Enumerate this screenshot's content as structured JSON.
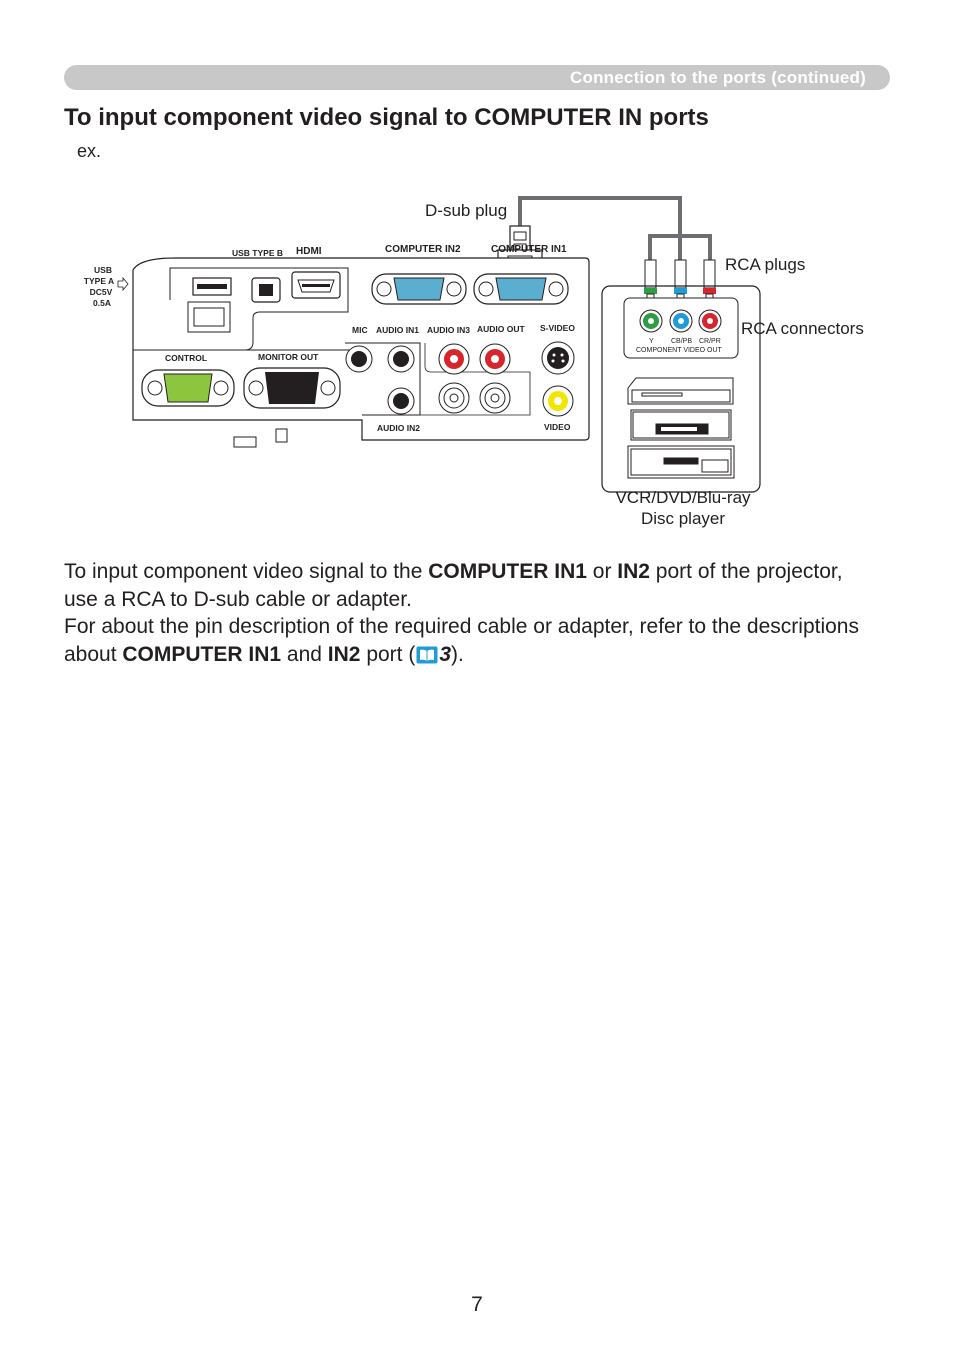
{
  "header": {
    "section": "Connection to the ports (continued)"
  },
  "title": "To input component video signal to COMPUTER IN ports",
  "example_label": "ex.",
  "diagram": {
    "callouts": {
      "dsub_plug": "D-sub plug",
      "rca_plugs": "RCA plugs",
      "rca_connectors": "RCA connectors",
      "player_line1": "VCR/DVD/Blu-ray",
      "player_line2": "Disc player"
    },
    "port_labels": {
      "usb_type_b": "USB TYPE B",
      "hdmi": "HDMI",
      "computer_in2": "COMPUTER IN2",
      "computer_in1": "COMPUTER IN1",
      "usb_type_a_1": "USB",
      "usb_type_a_2": "TYPE A",
      "usb_type_a_3": "DC5V",
      "usb_type_a_4": "0.5A",
      "mic": "MIC",
      "audio_in1": "AUDIO IN1",
      "audio_in3": "AUDIO IN3",
      "audio_out": "AUDIO OUT",
      "s_video": "S-VIDEO",
      "control": "CONTROL",
      "monitor_out": "MONITOR OUT",
      "audio_in2": "AUDIO IN2",
      "video": "VIDEO"
    },
    "component_labels": {
      "y": "Y",
      "cb_pb": "CB/PB",
      "cr_pr": "CR/PR",
      "component_out": "COMPONENT VIDEO OUT"
    },
    "colors": {
      "green": "#2e9e44",
      "blue": "#1f9bd6",
      "red": "#d8242b",
      "yellow": "#f2e600",
      "cable": "#6d6e71"
    }
  },
  "body": {
    "p1_a": "To input component video signal to the ",
    "p1_b": "COMPUTER IN1",
    "p1_c": " or ",
    "p1_d": "IN2",
    "p1_e": " port of the projector, use a RCA to D-sub cable or adapter.",
    "p2_a": "For about the pin description of the required cable or adapter, refer to the descriptions about ",
    "p2_b": "COMPUTER IN1",
    "p2_c": " and ",
    "p2_d": "IN2",
    "p2_e": " port (",
    "p2_ref": "3",
    "p2_f": ")."
  },
  "page_number": "7"
}
